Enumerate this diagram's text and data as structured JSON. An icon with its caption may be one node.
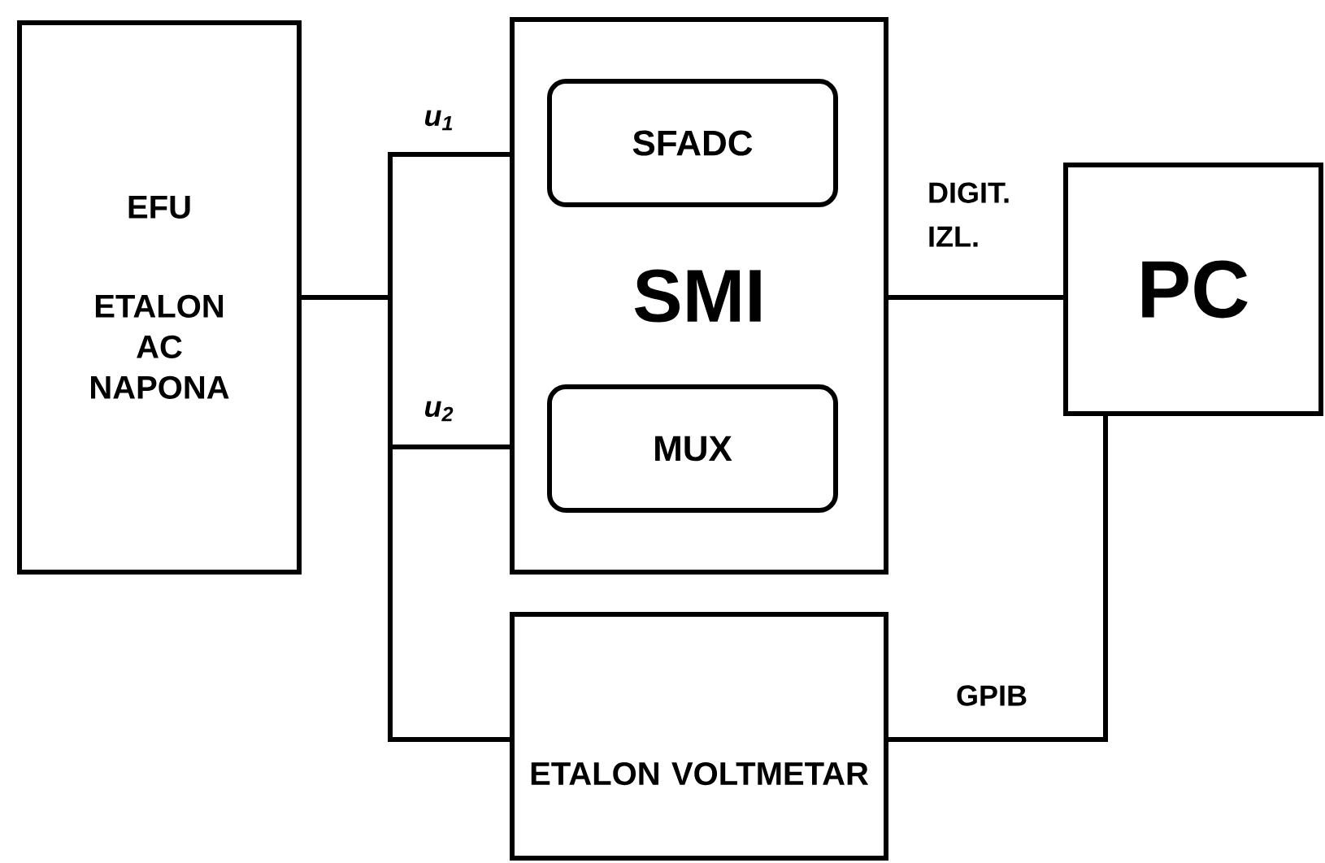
{
  "diagram": {
    "nodes": [
      {
        "text": [
          "EFU",
          "ETALON AC NAPONA"
        ]
      },
      {
        "text": [
          "SMI"
        ]
      },
      {
        "text": [
          "SFADC"
        ],
        "in": 1
      },
      {
        "text": [
          "MUX"
        ],
        "in": 1
      },
      {
        "text": [
          "PC"
        ]
      },
      {
        "text": [
          "ETALON VOLTMETAR"
        ]
      }
    ],
    "edges": [
      {
        "from": 0,
        "to": 1,
        "arrow": "none",
        "label": "u$_{1}$"
      },
      {
        "from": 0,
        "to": 1,
        "arrow": "none",
        "label": "u$_{2}$"
      },
      {
        "from": 0,
        "to": 5,
        "arrow": "none"
      },
      {
        "from": 1,
        "to": 4,
        "arrow": "none",
        "label": "DIGIT. IZL."
      },
      {
        "from": 5,
        "to": 4,
        "arrow": "none",
        "label": "GPIB"
      }
    ]
  }
}
